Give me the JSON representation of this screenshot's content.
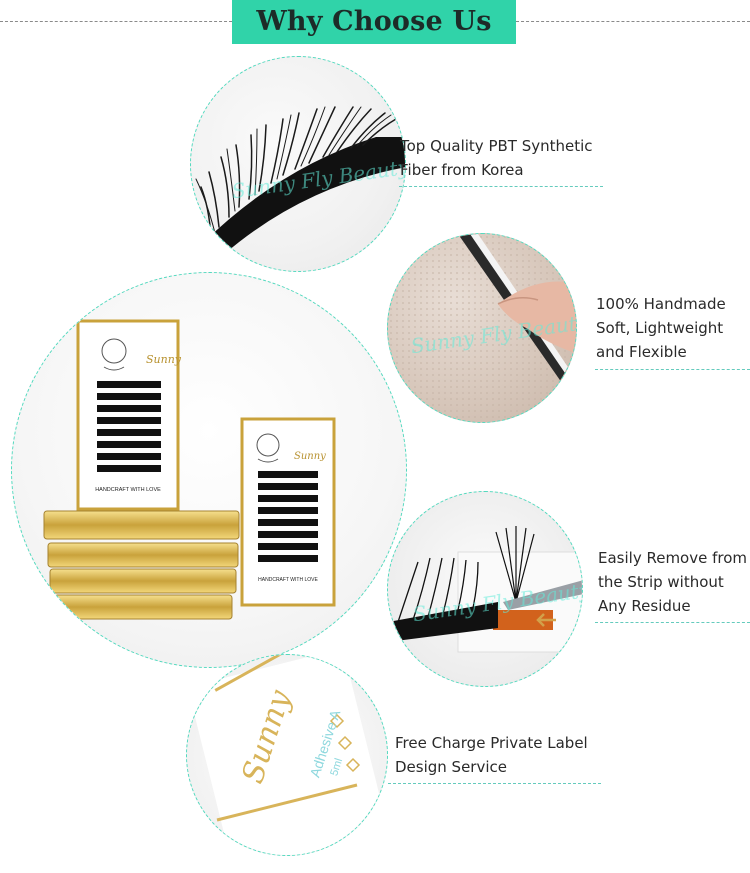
{
  "header": {
    "title": "Why Choose Us"
  },
  "features": [
    {
      "label_lines": [
        "Top Quality PBT Synthetic",
        "Fiber from Korea"
      ]
    },
    {
      "label_lines": [
        "100% Handmade",
        "Soft, Lightweight",
        "and Flexible"
      ]
    },
    {
      "label_lines": [
        "Easily Remove from",
        "the Strip without",
        "Any Residue"
      ]
    },
    {
      "label_lines": [
        "Free Charge Private Label",
        "Design Service"
      ]
    }
  ],
  "product": {
    "brand_script": "Sunny",
    "tray_tagline": "HANDCRAFT WITH LOVE"
  },
  "adhesive": {
    "label_text": "Adhesive A",
    "volume": "5ml"
  },
  "watermark_text": "Sunny Fly Beauty",
  "colors": {
    "accent": "#30d3a9",
    "circle_border": "#52d9be",
    "rule": "#64cbbd",
    "text": "#2a2a2a"
  }
}
